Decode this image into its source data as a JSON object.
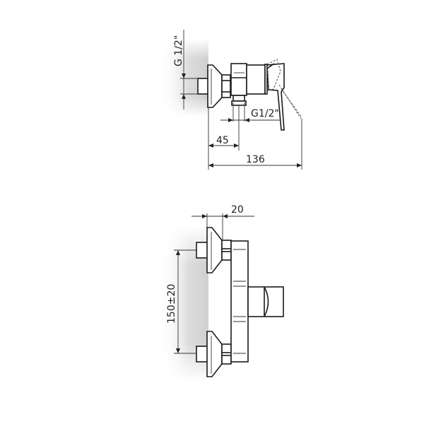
{
  "diagram": {
    "type": "technical-drawing",
    "subject": "wall-mounted shower mixer",
    "views": [
      {
        "name": "side-view",
        "dimensions": {
          "inlet_thread": "G 1/2\"",
          "outlet_thread": "G1/2\"",
          "outlet_offset": "45",
          "total_depth": "136"
        }
      },
      {
        "name": "front-view",
        "dimensions": {
          "flange_to_body": "20",
          "inlet_spacing": "150±20"
        }
      }
    ],
    "colors": {
      "line": "#1a1a1a",
      "wall_shade": "#d8d8d8"
    }
  }
}
